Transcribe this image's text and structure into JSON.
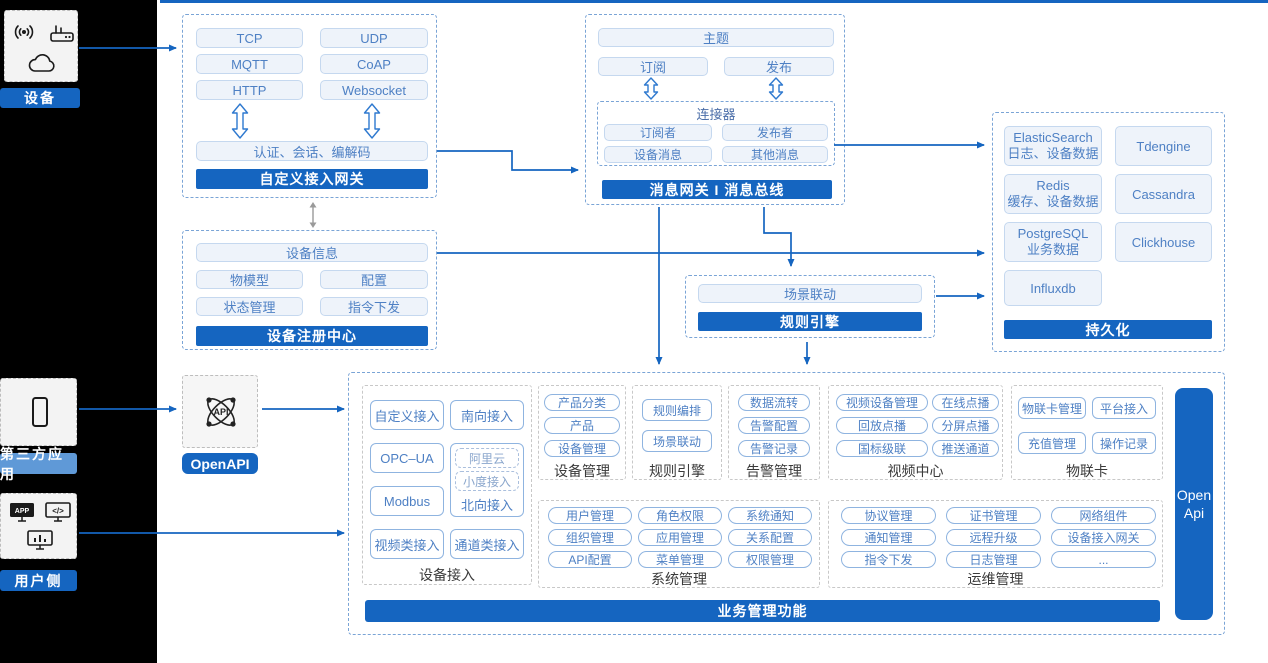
{
  "colors": {
    "accent": "#1565c0",
    "light_blue_label": "#5f99d7",
    "button_text": "#4e80c4"
  },
  "left_panel": {
    "device_label": "设备",
    "third_party_label": "第三方应用",
    "user_side_label": "用户侧",
    "device_icons": [
      "broadcast-icon",
      "router-icon",
      "cloud-icon"
    ],
    "third_party_icons": [
      "smartphone-icon"
    ],
    "user_side_icons": [
      "app-monitor-icon",
      "code-monitor-icon",
      "chart-monitor-icon"
    ]
  },
  "custom_gateway": {
    "protocols": [
      "TCP",
      "UDP",
      "MQTT",
      "CoAP",
      "HTTP",
      "Websocket"
    ],
    "auth_label": "认证、会话、编解码",
    "title": "自定义接入网关"
  },
  "message_gateway": {
    "topic_label": "主题",
    "subscribe_label": "订阅",
    "publish_label": "发布",
    "connector": {
      "title": "连接器",
      "items": [
        "订阅者",
        "发布者",
        "设备消息",
        "其他消息"
      ]
    },
    "title": "消息网关 I 消息总线"
  },
  "device_registry": {
    "info_label": "设备信息",
    "items": [
      "物模型",
      "配置",
      "状态管理",
      "指令下发"
    ],
    "title": "设备注册中心"
  },
  "rule_engine": {
    "scene_label": "场景联动",
    "title": "规则引擎"
  },
  "persistence": {
    "cells": [
      {
        "name": "ElasticSearch",
        "desc": "日志、设备数据"
      },
      {
        "name": "Tdengine",
        "desc": ""
      },
      {
        "name": "Redis",
        "desc": "缓存、设备数据"
      },
      {
        "name": "Cassandra",
        "desc": ""
      },
      {
        "name": "PostgreSQL",
        "desc": "业务数据"
      },
      {
        "name": "Clickhouse",
        "desc": ""
      },
      {
        "name": "Influxdb",
        "desc": ""
      }
    ],
    "title": "持久化"
  },
  "openapi": {
    "label": "OpenAPI",
    "icon": "api-atom-icon"
  },
  "business": {
    "device_access": {
      "left_items": [
        "自定义接入",
        "OPC–UA",
        "Modbus",
        "视频类接入"
      ],
      "right_top": "南向接入",
      "north_group": {
        "sub_items": [
          "阿里云",
          "小度接入"
        ],
        "label": "北向接入"
      },
      "right_bottom": "通道类接入",
      "label": "设备接入"
    },
    "device_mgmt": {
      "items": [
        "产品分类",
        "产品",
        "设备管理"
      ],
      "label": "设备管理"
    },
    "rule": {
      "items": [
        "规则编排",
        "场景联动"
      ],
      "label": "规则引擎"
    },
    "alarm": {
      "items": [
        "数据流转",
        "告警配置",
        "告警记录"
      ],
      "label": "告警管理"
    },
    "video": {
      "items": [
        "视频设备管理",
        "在线点播",
        "回放点播",
        "分屏点播",
        "国标级联",
        "推送通道"
      ],
      "label": "视频中心"
    },
    "iot_card": {
      "items": [
        "物联卡管理",
        "平台接入",
        "充值管理",
        "操作记录"
      ],
      "label": "物联卡"
    },
    "system": {
      "items": [
        "用户管理",
        "角色权限",
        "系统通知",
        "组织管理",
        "应用管理",
        "关系配置",
        "API配置",
        "菜单管理",
        "权限管理"
      ],
      "label": "系统管理"
    },
    "ops": {
      "items": [
        "协议管理",
        "证书管理",
        "网络组件",
        "通知管理",
        "远程升级",
        "设备接入网关",
        "指令下发",
        "日志管理",
        "..."
      ],
      "label": "运维管理"
    },
    "open_api_bar": {
      "line1": "Open",
      "line2": "Api"
    },
    "title": "业务管理功能"
  }
}
